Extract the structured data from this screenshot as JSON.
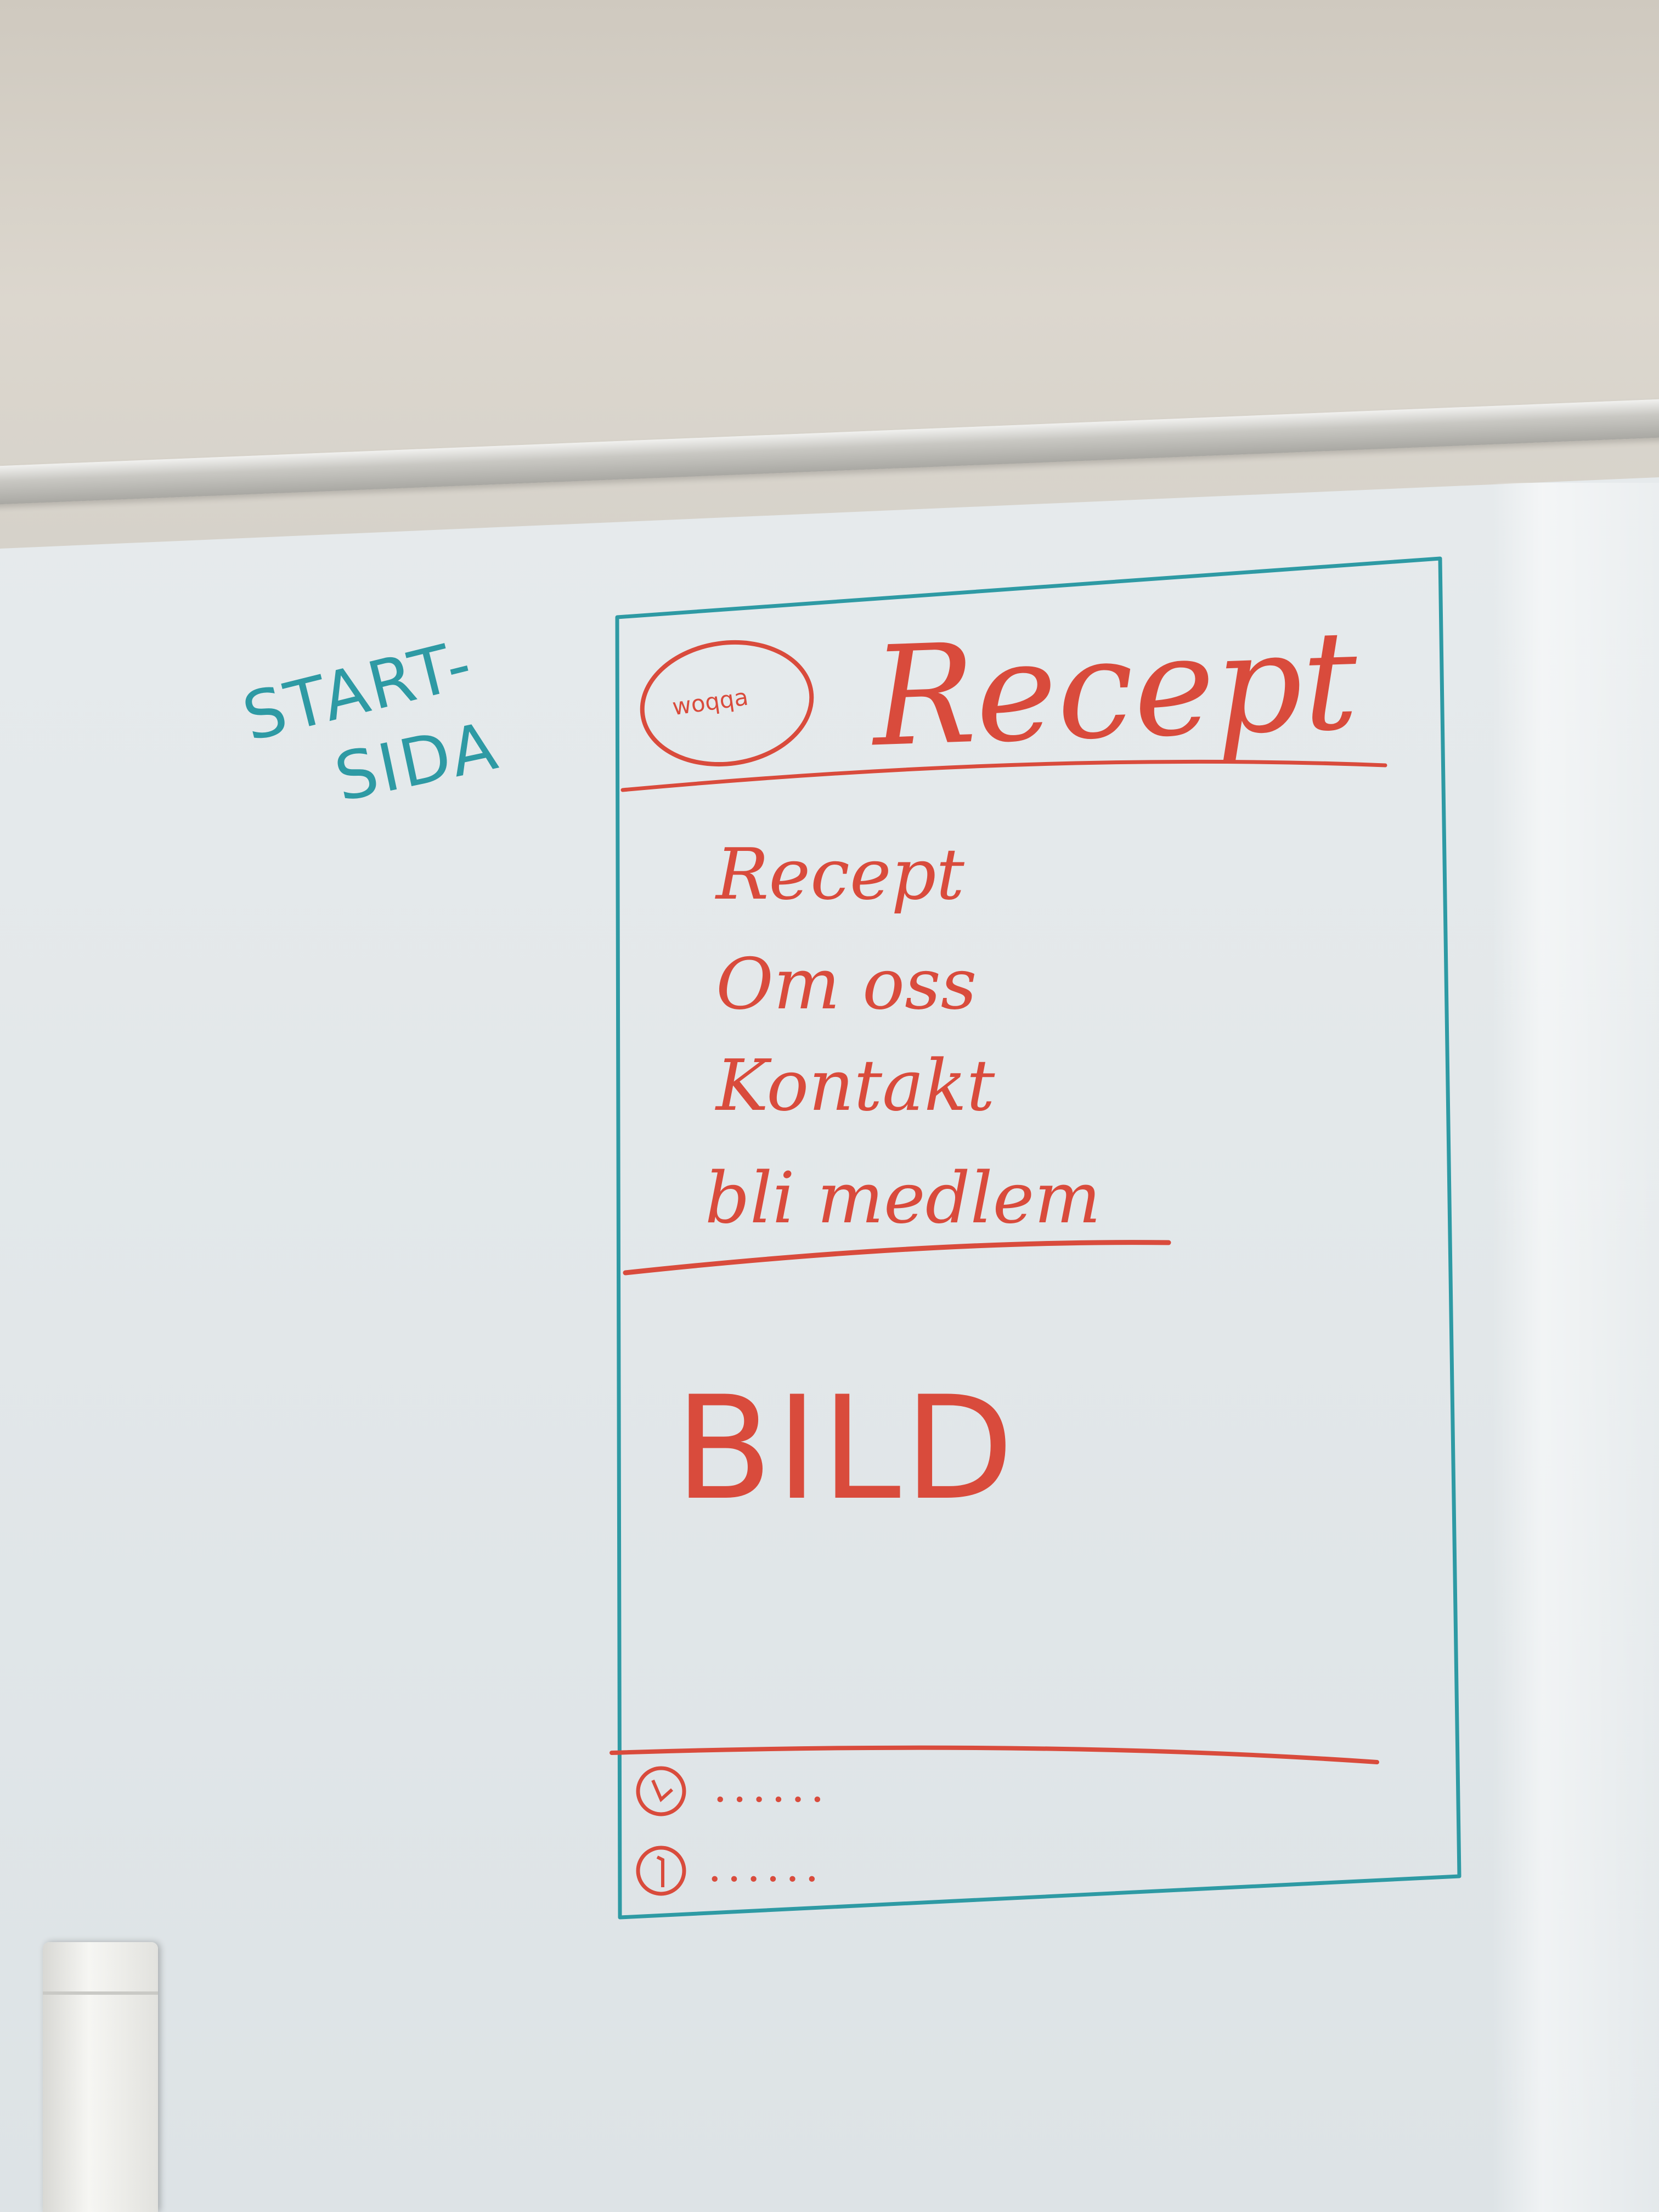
{
  "annotation": {
    "line1": "START-",
    "line2": "SIDA"
  },
  "header": {
    "logo_text": "woqqa",
    "title": "Recept"
  },
  "nav": {
    "items": [
      {
        "label": "Recept"
      },
      {
        "label": "Om oss"
      },
      {
        "label": "Kontakt"
      },
      {
        "label": "bli medlem"
      }
    ]
  },
  "main": {
    "image_placeholder": "BILD"
  },
  "footer": {
    "items": [
      {
        "icon": "phone-icon",
        "text": "......"
      },
      {
        "icon": "info-icon",
        "text": "......"
      }
    ]
  },
  "colors": {
    "teal_marker": "#2e9aa4",
    "red_marker": "#d94b3c",
    "board": "#e4e9eb",
    "wall": "#d6d1c8"
  }
}
